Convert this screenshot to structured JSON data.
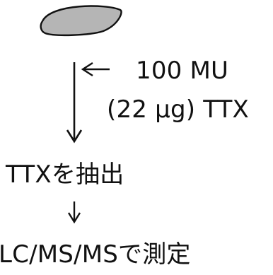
{
  "dose": {
    "amount": "100 MU",
    "mass_and_toxin": "(22 μg) TTX"
  },
  "steps": {
    "extract": "TTXを抽出",
    "measure": "LC/MS/MSで測定"
  },
  "colors": {
    "specimen_fill": "#b5b5b5",
    "stroke": "#111111"
  },
  "icons": {
    "specimen": "fish-tissue-shape",
    "main_arrow": "arrow-down",
    "injection_arrow": "arrow-left",
    "second_arrow": "arrow-down"
  }
}
